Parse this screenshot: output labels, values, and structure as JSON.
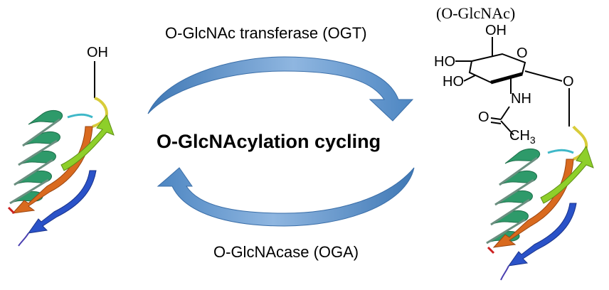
{
  "labels": {
    "enzyme_top": "O-GlcNAc transferase (OGT)",
    "center": "O-GlcNAcylation cycling",
    "enzyme_bottom": "O-GlcNAcase (OGA)",
    "sugar_name": "(O-GlcNAc)"
  },
  "left_protein": {
    "hydroxyl": "OH"
  },
  "sugar": {
    "oh_top": "OH",
    "ho_left_upper": "HO",
    "ho_left_lower": "HO",
    "ring_oxygen": "O",
    "anomeric_oxygen": "O",
    "nh": "NH",
    "carbonyl_oxygen": "O",
    "methyl": "CH",
    "methyl_subscript": "3"
  },
  "colors": {
    "arrow_light": "#a9c9ea",
    "arrow_dark": "#3f78b5",
    "helix": "#2e9a6a",
    "strand_orange": "#d96a1f",
    "strand_blue": "#2a52c8",
    "strand_green": "#8ecf2a",
    "loop_yellow": "#d8cc3a",
    "loop_cyan": "#3fb8c8"
  }
}
